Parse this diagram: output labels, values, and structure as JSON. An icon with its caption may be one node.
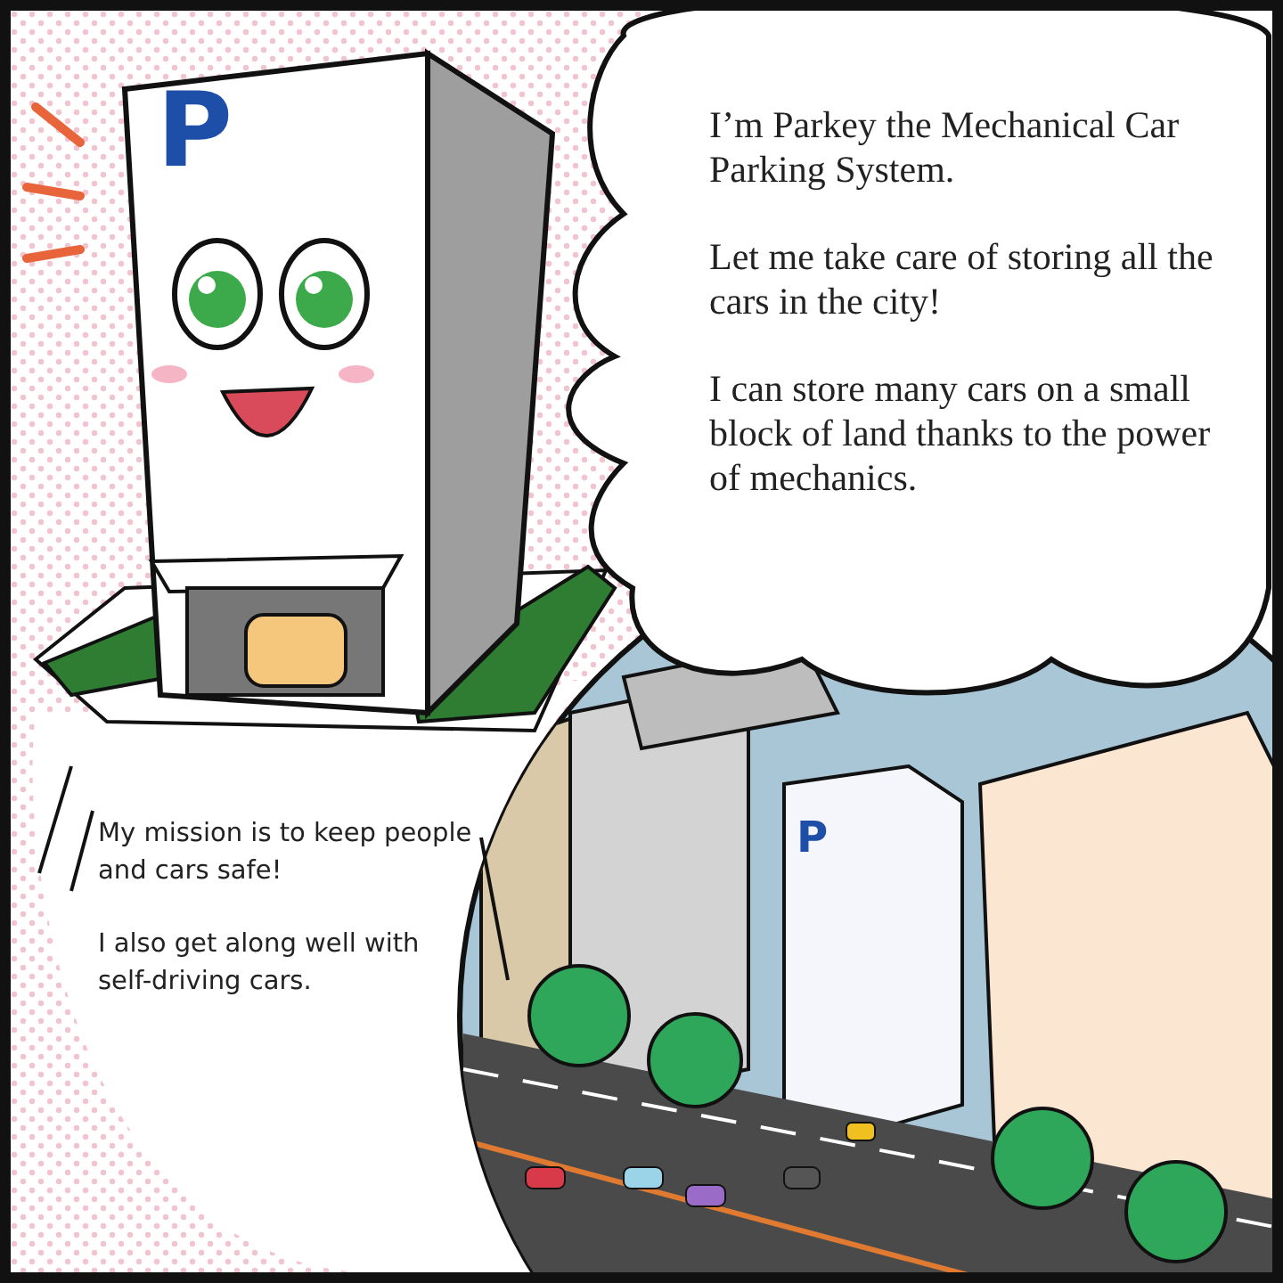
{
  "diagram": {
    "nodes": [
      {
        "text": [
          "I’m Parkey the Mechanical Car Parking System.",
          "Let me take care of storing all the cars in the city!",
          "I can store many cars on a small block of land thanks to the power of mechanics."
        ]
      }
    ],
    "labels": [
      "P",
      "My mission is to keep people and cars safe!",
      "I also get along well with self-driving cars.",
      "P"
    ]
  }
}
